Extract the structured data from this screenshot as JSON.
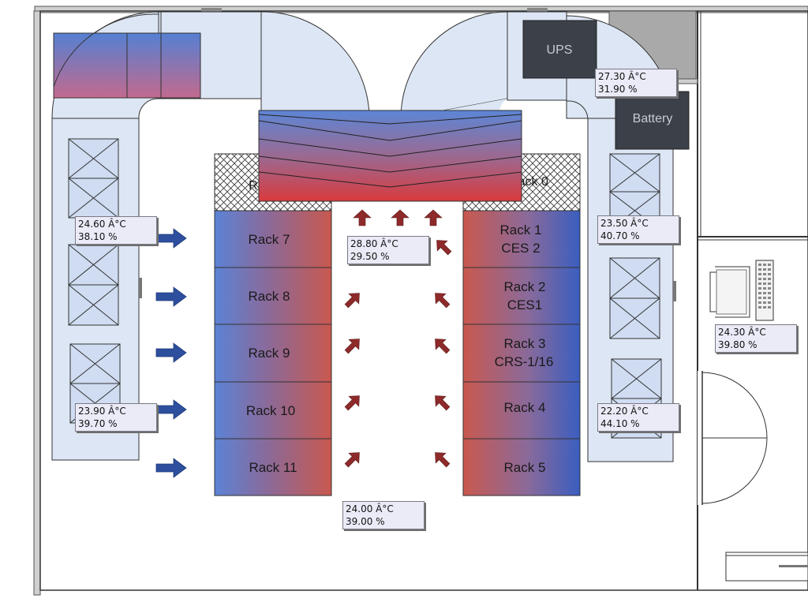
{
  "racks": {
    "rack_6": "Rack 6",
    "rack_0": "Rack 0",
    "rack_7": "Rack 7",
    "rack_8": "Rack 8",
    "rack_9": "Rack 9",
    "rack_10": "Rack 10",
    "rack_11": "Rack 11",
    "rack_1": [
      "Rack 1",
      "CES 2"
    ],
    "rack_2": [
      "Rack 2",
      "CES1"
    ],
    "rack_3": [
      "Rack 3",
      "CRS-1/16"
    ],
    "rack_4": "Rack 4",
    "rack_5": "Rack 5"
  },
  "equipment": {
    "ups": "UPS",
    "battery": "Battery"
  },
  "sensors": {
    "s_ups": [
      "27.30 Â°C",
      "31.90 %"
    ],
    "s_left_upper": [
      "24.60 Â°C",
      "38.10 %"
    ],
    "s_center_top": [
      "28.80 Â°C",
      "29.50 %"
    ],
    "s_right_upper": [
      "23.50 Â°C",
      "40.70 %"
    ],
    "s_office": [
      "24.30 Â°C",
      "39.80 %"
    ],
    "s_left_lower": [
      "23.90 Â°C",
      "39.70 %"
    ],
    "s_right_lower": [
      "22.20 Â°C",
      "44.10 %"
    ],
    "s_center_bottom": [
      "24.00 Â°C",
      "39.00 %"
    ]
  },
  "colors": {
    "cool": "#3a5ec0",
    "hot": "#c94545",
    "duct_fill": "#dde6f4",
    "arrow_blue": "#2d4f9e",
    "arrow_red": "#8e2a2a",
    "equipment": "#3b4049"
  },
  "icons": {
    "cold_air": "arrow-right-icon",
    "hot_air": "arrow-up-icon",
    "crac_unit": "x-box-icon",
    "workstation": "computer-icon"
  }
}
